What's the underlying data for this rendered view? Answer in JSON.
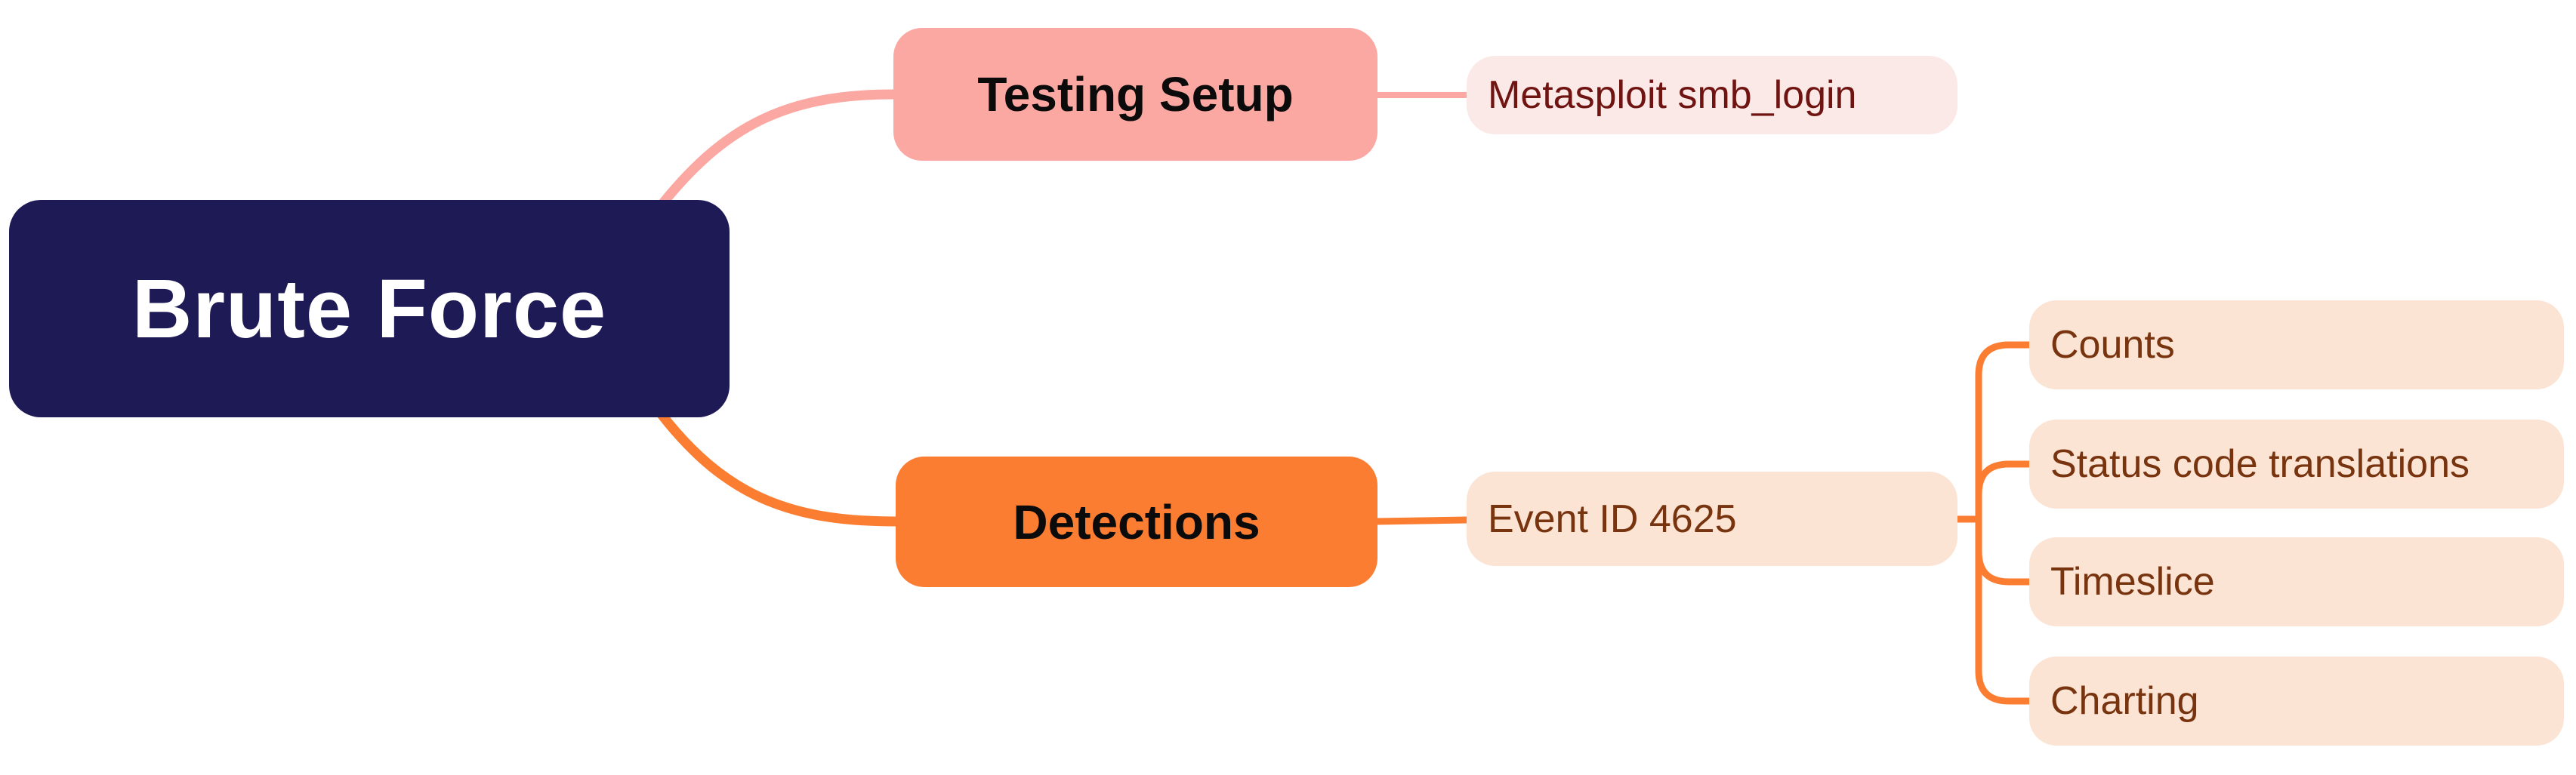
{
  "mindmap": {
    "root": {
      "label": "Brute Force",
      "bg": "#1E1A56",
      "text_color": "#FFFFFF"
    },
    "branches": [
      {
        "label": "Testing Setup",
        "bg": "#FBA7A2",
        "text_color": "#0B0B0B",
        "line_color": "#FBA7A2",
        "children": [
          {
            "label": "Metasploit smb_login",
            "bg": "#FBE9E8",
            "text_color": "#701412"
          }
        ]
      },
      {
        "label": "Detections",
        "bg": "#FB7D32",
        "text_color": "#0B0B0B",
        "line_color": "#FB7D32",
        "children": [
          {
            "label": "Event ID 4625",
            "bg": "#FBE4D4",
            "text_color": "#78330F",
            "children": [
              {
                "label": "Counts",
                "bg": "#FBE4D4",
                "text_color": "#78330F"
              },
              {
                "label": "Status code translations",
                "bg": "#FBE4D4",
                "text_color": "#78330F"
              },
              {
                "label": "Timeslice",
                "bg": "#FBE4D4",
                "text_color": "#78330F"
              },
              {
                "label": "Charting",
                "bg": "#FBE4D4",
                "text_color": "#78330F"
              }
            ]
          }
        ]
      }
    ]
  }
}
